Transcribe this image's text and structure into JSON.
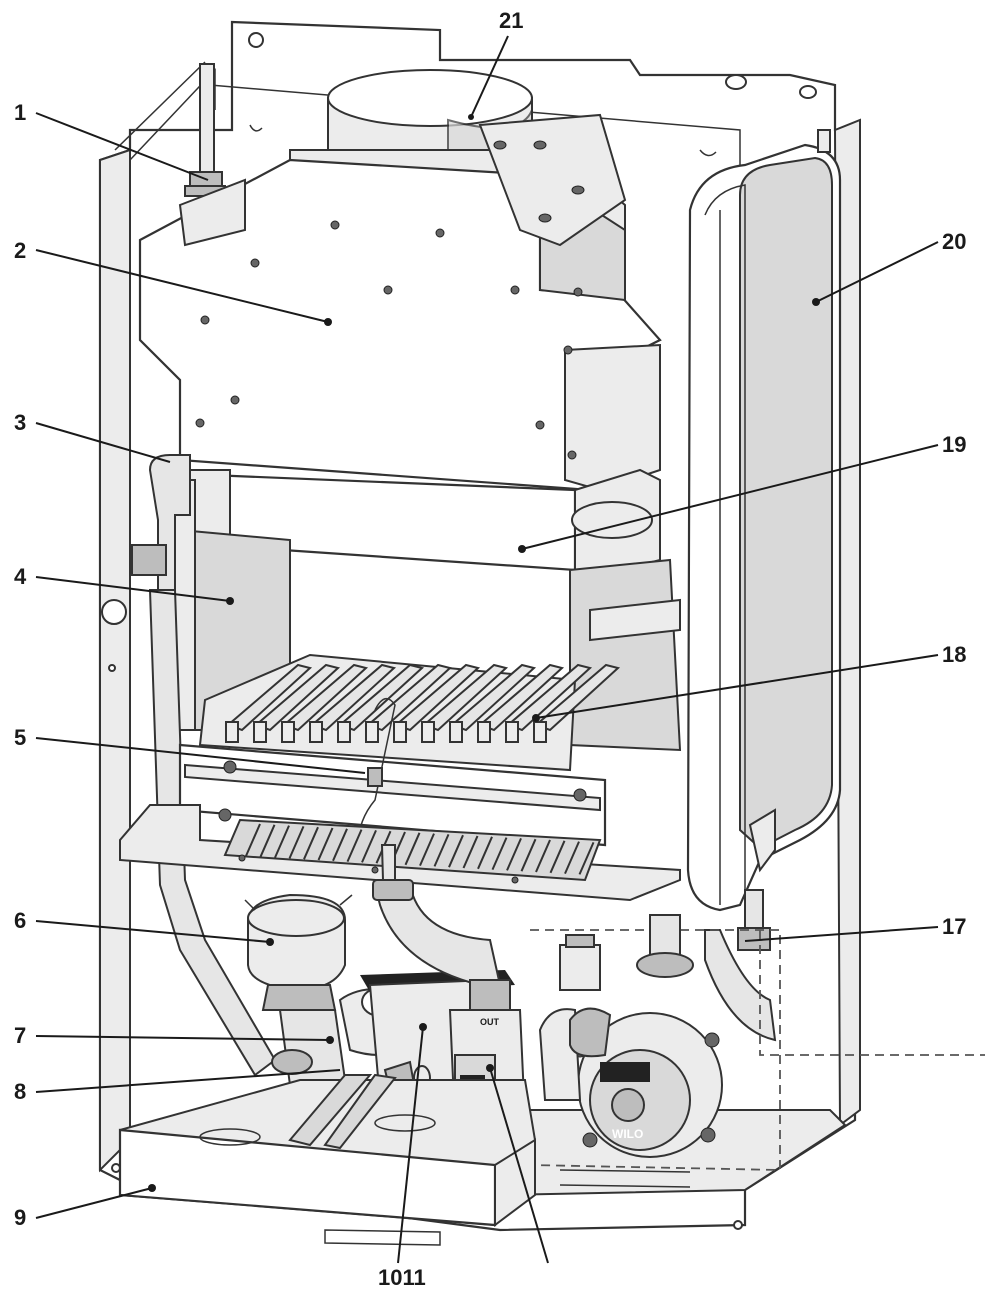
{
  "callouts": [
    {
      "id": "1",
      "label": "1"
    },
    {
      "id": "2",
      "label": "2"
    },
    {
      "id": "3",
      "label": "3"
    },
    {
      "id": "4",
      "label": "4"
    },
    {
      "id": "5",
      "label": "5"
    },
    {
      "id": "6",
      "label": "6"
    },
    {
      "id": "7",
      "label": "7"
    },
    {
      "id": "8",
      "label": "8"
    },
    {
      "id": "9",
      "label": "9"
    },
    {
      "id": "1011",
      "label": "1011"
    },
    {
      "id": "17",
      "label": "17"
    },
    {
      "id": "18",
      "label": "18"
    },
    {
      "id": "19",
      "label": "19"
    },
    {
      "id": "20",
      "label": "20"
    },
    {
      "id": "21",
      "label": "21"
    }
  ],
  "pump_brand": "WILO",
  "valve_badge": "OUT"
}
